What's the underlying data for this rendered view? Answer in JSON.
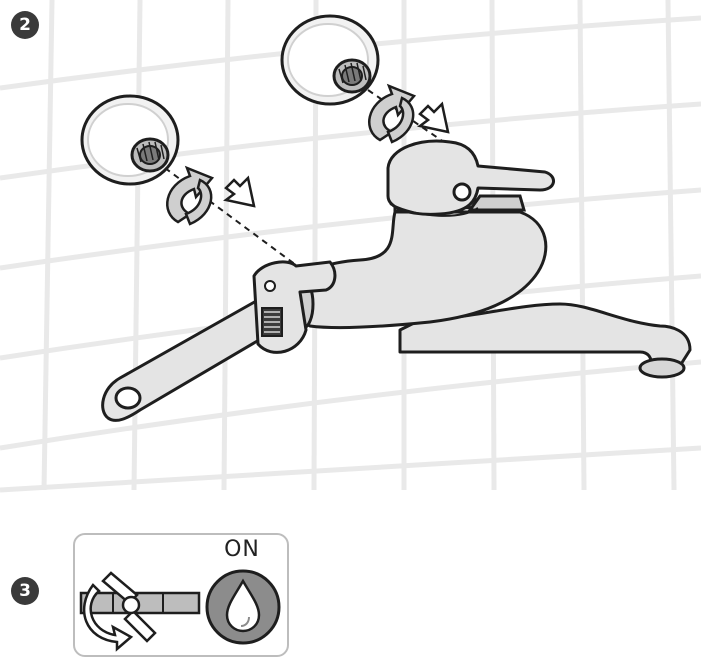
{
  "steps": {
    "step2": {
      "number": "2"
    },
    "step3": {
      "number": "3",
      "status_label": "ON"
    }
  },
  "colors": {
    "badge": "#3a3a3a",
    "outline": "#1e1e1e",
    "fill_light": "#e4e4e4",
    "fill_mid": "#bdbdbd",
    "grid": "#e9e9e9",
    "panel_border": "#bdbdbd",
    "dial_fill": "#8c8c8c"
  },
  "icons": {
    "rotate": "rotate-arrow-icon",
    "push": "push-arrow-icon",
    "valve": "valve-handle-icon",
    "water_drop": "water-drop-icon"
  }
}
